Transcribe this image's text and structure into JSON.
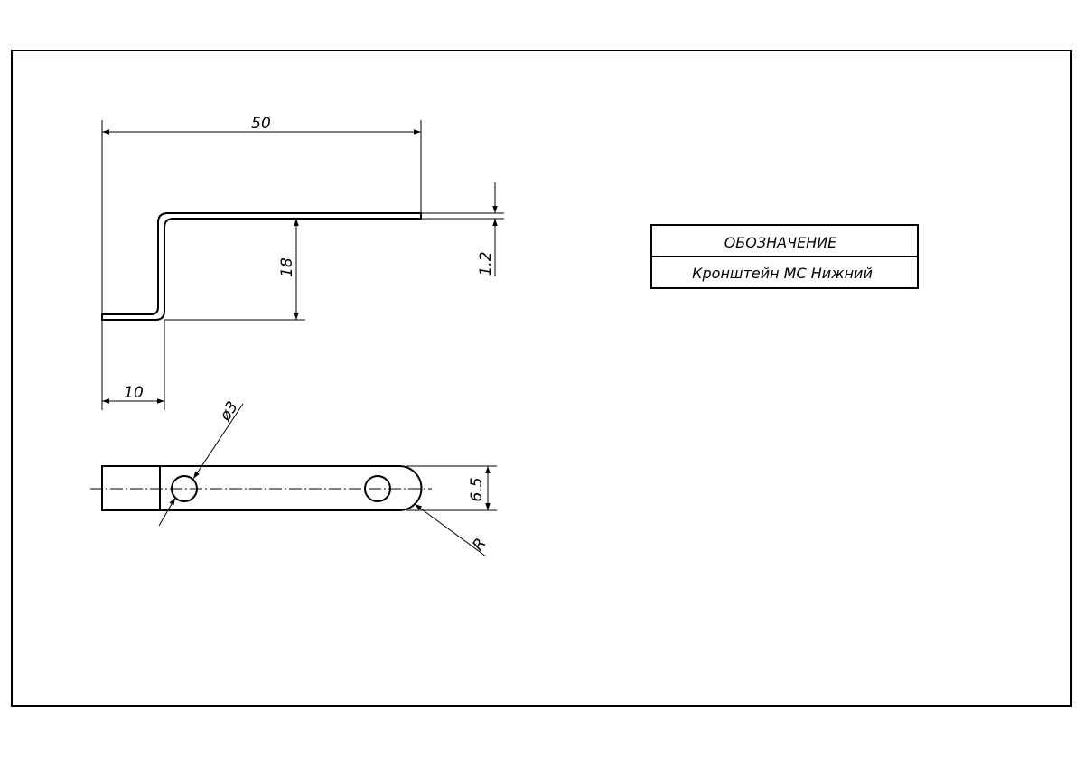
{
  "dimensions": {
    "overall_length": "50",
    "height": "18",
    "thickness": "1.2",
    "flange_length": "10",
    "hole_diameter": "ø3",
    "width": "6.5",
    "end_radius": "R"
  },
  "title_block": {
    "designation": "ОБОЗНАЧЕНИЕ",
    "part_name": "Кронштейн МС Нижний"
  },
  "colors": {
    "line": "#000000",
    "background": "#ffffff"
  }
}
